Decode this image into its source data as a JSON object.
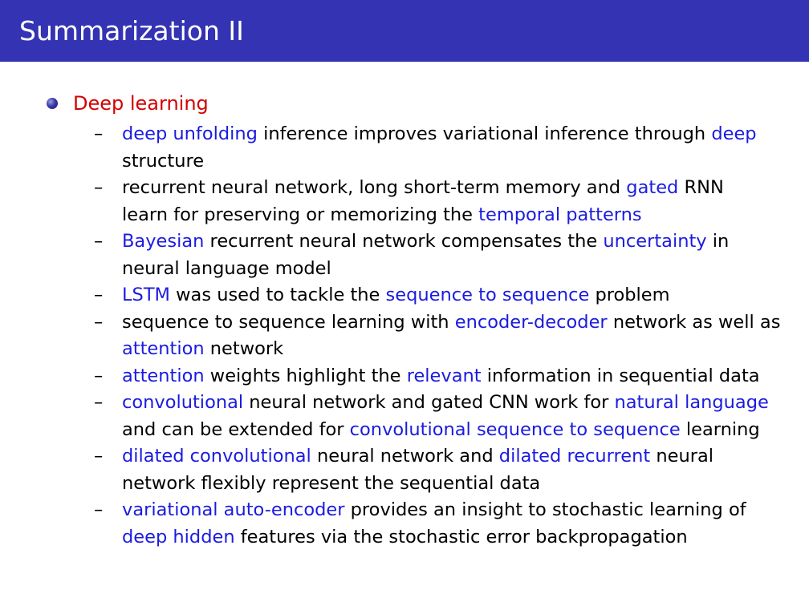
{
  "slide": {
    "title": "Summarization II",
    "section": "Deep learning",
    "dash": "–",
    "colors": {
      "title_bar": "#3333b3",
      "section_heading": "#d40000",
      "highlight": "#1b1be0"
    },
    "items": [
      {
        "lines": [
          [
            {
              "text": "deep unfolding",
              "hl": true
            },
            {
              "text": " inference improves variational inference through ",
              "hl": false
            },
            {
              "text": "deep",
              "hl": true
            }
          ],
          [
            {
              "text": "structure",
              "hl": false
            }
          ]
        ]
      },
      {
        "lines": [
          [
            {
              "text": "recurrent neural network, long short-term memory and ",
              "hl": false
            },
            {
              "text": "gated",
              "hl": true
            },
            {
              "text": " RNN",
              "hl": false
            }
          ],
          [
            {
              "text": "learn for preserving or memorizing the ",
              "hl": false
            },
            {
              "text": "temporal patterns",
              "hl": true
            }
          ]
        ]
      },
      {
        "lines": [
          [
            {
              "text": "Bayesian",
              "hl": true
            },
            {
              "text": " recurrent neural network compensates the ",
              "hl": false
            },
            {
              "text": "uncertainty",
              "hl": true
            },
            {
              "text": " in",
              "hl": false
            }
          ],
          [
            {
              "text": "neural language model",
              "hl": false
            }
          ]
        ]
      },
      {
        "lines": [
          [
            {
              "text": "LSTM",
              "hl": true
            },
            {
              "text": " was used to tackle the ",
              "hl": false
            },
            {
              "text": "sequence to sequence",
              "hl": true
            },
            {
              "text": " problem",
              "hl": false
            }
          ]
        ]
      },
      {
        "lines": [
          [
            {
              "text": "sequence to sequence learning with ",
              "hl": false
            },
            {
              "text": "encoder-decoder",
              "hl": true
            },
            {
              "text": " network as well as",
              "hl": false
            }
          ],
          [
            {
              "text": "attention",
              "hl": true
            },
            {
              "text": " network",
              "hl": false
            }
          ]
        ]
      },
      {
        "lines": [
          [
            {
              "text": "attention",
              "hl": true
            },
            {
              "text": " weights highlight the ",
              "hl": false
            },
            {
              "text": "relevant",
              "hl": true
            },
            {
              "text": " information in sequential data",
              "hl": false
            }
          ]
        ]
      },
      {
        "lines": [
          [
            {
              "text": "convolutional",
              "hl": true
            },
            {
              "text": " neural network and gated CNN work for ",
              "hl": false
            },
            {
              "text": "natural language",
              "hl": true
            }
          ],
          [
            {
              "text": "and can be extended for ",
              "hl": false
            },
            {
              "text": "convolutional sequence to sequence",
              "hl": true
            },
            {
              "text": " learning",
              "hl": false
            }
          ]
        ]
      },
      {
        "lines": [
          [
            {
              "text": "dilated convolutional",
              "hl": true
            },
            {
              "text": " neural network and ",
              "hl": false
            },
            {
              "text": "dilated recurrent",
              "hl": true
            },
            {
              "text": " neural",
              "hl": false
            }
          ],
          [
            {
              "text": "network flexibly represent the sequential data",
              "hl": false
            }
          ]
        ]
      },
      {
        "lines": [
          [
            {
              "text": "variational auto-encoder",
              "hl": true
            },
            {
              "text": " provides an insight to stochastic learning of",
              "hl": false
            }
          ],
          [
            {
              "text": "deep hidden",
              "hl": true
            },
            {
              "text": " features via the stochastic error backpropagation",
              "hl": false
            }
          ]
        ]
      }
    ]
  }
}
